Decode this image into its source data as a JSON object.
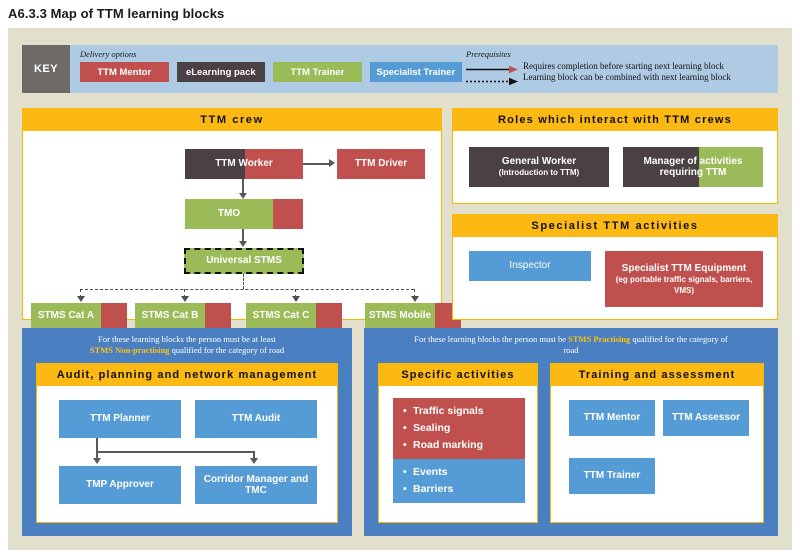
{
  "page_title": "A6.3.3 Map of TTM learning blocks",
  "colors": {
    "background": "#e2dfcc",
    "key_strip": "#aecbe3",
    "key_badge": "#6e6a68",
    "panel_header": "#fdb913",
    "panel_border": "#f6b800",
    "blue_panel": "#4a7fc1",
    "red": "#c0504d",
    "dark": "#4b4145",
    "green": "#9bbb59",
    "blue": "#559bd5",
    "highlight_text": "#ffc20e"
  },
  "key": {
    "badge_label": "KEY",
    "delivery_caption": "Delivery options",
    "delivery_options": [
      {
        "label": "TTM Mentor",
        "color": "#c0504d"
      },
      {
        "label": "eLearning pack",
        "color": "#4b4145"
      },
      {
        "label": "TTM Trainer",
        "color": "#9bbb59"
      },
      {
        "label": "Specialist Trainer",
        "color": "#559bd5"
      }
    ],
    "prerequisites_caption": "Prerequisites",
    "prerequisites": [
      {
        "style": "solid",
        "text": "Requires completion before starting  next learning block"
      },
      {
        "style": "dotted",
        "text": "Learning block can be combined with  next learning block"
      }
    ]
  },
  "panels": {
    "ttm_crew": {
      "title": "TTM crew",
      "nodes": {
        "ttm_worker": "TTM Worker",
        "ttm_driver": "TTM Driver",
        "tmo": "TMO",
        "universal_stms": "Universal STMS",
        "stms_cat_a": "STMS Cat A",
        "stms_cat_b": "STMS Cat B",
        "stms_cat_c": "STMS Cat C",
        "stms_mobile": "STMS Mobile"
      }
    },
    "roles": {
      "title": "Roles which interact with TTM crews",
      "nodes": {
        "general_worker": "General Worker",
        "general_worker_sub": "(Introduction to TTM)",
        "manager": "Manager of activities requiring TTM"
      }
    },
    "specialist": {
      "title": "Specialist TTM activities",
      "nodes": {
        "inspector": "Inspector",
        "equipment": "Specialist TTM Equipment",
        "equipment_sub": "(eg portable traffic signals, barriers, VMS)"
      }
    },
    "audit": {
      "note_line1": "For these learning blocks the person must be at least",
      "note_highlight": "STMS Non-practising",
      "note_line2": " qualified for the category of road",
      "title": "Audit, planning and network management",
      "nodes": {
        "ttm_planner": "TTM Planner",
        "ttm_audit": "TTM Audit",
        "tmp_approver": "TMP Approver",
        "corridor_manager": "Corridor Manager and TMC"
      }
    },
    "practising": {
      "note_line1": "For these learning blocks the person must be ",
      "note_highlight": "STMS Practising",
      "note_line2": " qualified for the category of road",
      "specific_activities": {
        "title": "Specific activities",
        "red_items": [
          "Traffic signals",
          "Sealing",
          "Road marking"
        ],
        "blue_items": [
          "Events",
          "Barriers"
        ]
      },
      "training": {
        "title": "Training and assessment",
        "nodes": {
          "ttm_mentor": "TTM Mentor",
          "ttm_assessor": "TTM Assessor",
          "ttm_trainer": "TTM Trainer"
        }
      }
    }
  }
}
